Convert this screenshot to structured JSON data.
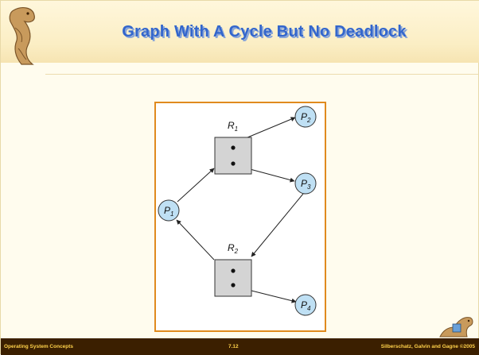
{
  "slide": {
    "title": "Graph With A Cycle But No Deadlock",
    "footer": {
      "left": "Operating System Concepts",
      "center": "7.12",
      "right": "Silberschatz, Galvin and Gagne ©2005"
    }
  },
  "diagram": {
    "resources": [
      {
        "id": "R1",
        "label": "R",
        "subscript": "1",
        "instances": 2
      },
      {
        "id": "R2",
        "label": "R",
        "subscript": "2",
        "instances": 2
      }
    ],
    "processes": [
      {
        "id": "P1",
        "label": "P",
        "subscript": "1"
      },
      {
        "id": "P2",
        "label": "P",
        "subscript": "2"
      },
      {
        "id": "P3",
        "label": "P",
        "subscript": "3"
      },
      {
        "id": "P4",
        "label": "P",
        "subscript": "4"
      }
    ],
    "edges": [
      {
        "from": "P1",
        "to": "R1",
        "kind": "request"
      },
      {
        "from": "R1",
        "to": "P2",
        "kind": "assignment"
      },
      {
        "from": "R1",
        "to": "P3",
        "kind": "assignment"
      },
      {
        "from": "P3",
        "to": "R2",
        "kind": "request"
      },
      {
        "from": "R2",
        "to": "P1",
        "kind": "assignment"
      },
      {
        "from": "R2",
        "to": "P4",
        "kind": "assignment"
      }
    ]
  },
  "colors": {
    "title": "#3366cc",
    "frame": "#e08a1e",
    "process_fill": "#bfe0f4",
    "resource_fill": "#d4d4d4",
    "footer_text": "#ffd24a",
    "footer_bar": "#3b1f00"
  }
}
